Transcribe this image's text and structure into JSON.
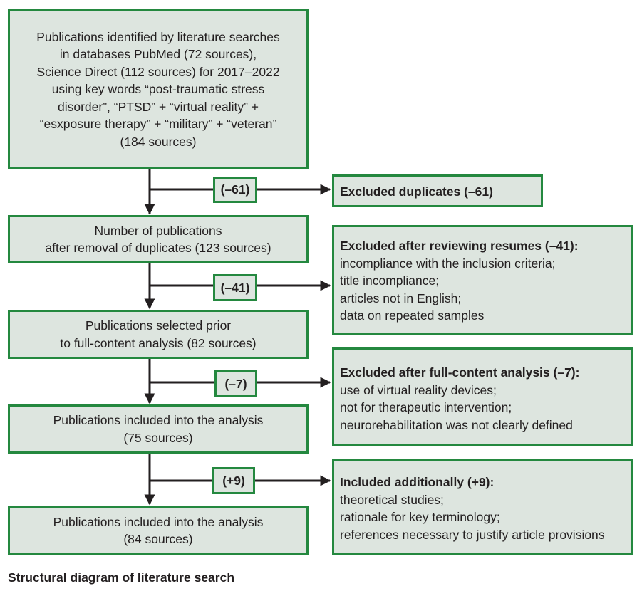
{
  "stages": [
    {
      "lines": [
        "Publications identified by literature searches",
        "in databases PubMed (72 sources),",
        "Science Direct (112 sources) for 2017–2022",
        "using key words “post-traumatic stress",
        "disorder”, “PTSD” + “virtual reality” +",
        "“esxposure therapy” + “military” + “veteran”",
        "(184 sources)"
      ]
    },
    {
      "lines": [
        "Number of publications",
        "after removal of duplicates (123 sources)"
      ]
    },
    {
      "lines": [
        "Publications selected prior",
        "to full-content analysis (82 sources)"
      ]
    },
    {
      "lines": [
        "Publications included into the analysis",
        "(75 sources)"
      ]
    },
    {
      "lines": [
        "Publications included into the analysis",
        "(84 sources)"
      ]
    }
  ],
  "steps": [
    {
      "badge": "(–61)",
      "title": "Excluded duplicates (–61)",
      "items": []
    },
    {
      "badge": "(–41)",
      "title": "Excluded after reviewing resumes (–41):",
      "items": [
        "incompliance with the inclusion criteria;",
        "title incompliance;",
        "articles not in English;",
        "data on repeated samples"
      ]
    },
    {
      "badge": "(–7)",
      "title": "Excluded after full-content analysis (–7):",
      "items": [
        "use of virtual reality devices;",
        "not for therapeutic intervention;",
        "neurorehabilitation was not clearly defined"
      ]
    },
    {
      "badge": "(+9)",
      "title": "Included additionally (+9):",
      "items": [
        "theoretical studies;",
        "rationale for key terminology;",
        "references necessary to justify article provisions"
      ]
    }
  ],
  "caption": "Structural diagram of literature search",
  "colors": {
    "box_fill": "#dde5df",
    "box_border": "#24883f",
    "arrow": "#231f20",
    "text": "#231f20"
  }
}
